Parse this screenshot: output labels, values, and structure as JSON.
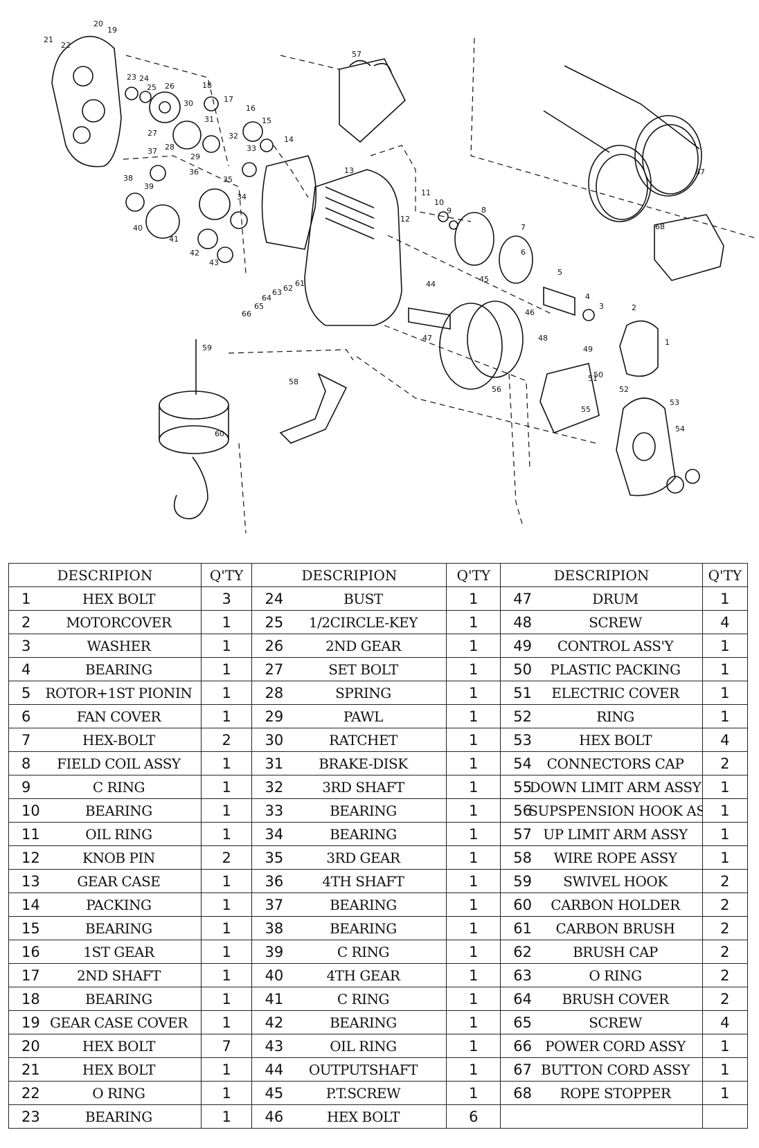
{
  "diagram": {
    "callouts": [
      "1",
      "2",
      "3",
      "4",
      "5",
      "6",
      "7",
      "8",
      "9",
      "10",
      "11",
      "12",
      "13",
      "14",
      "15",
      "16",
      "17",
      "18",
      "19",
      "20",
      "21",
      "22",
      "23",
      "24",
      "25",
      "26",
      "27",
      "28",
      "29",
      "30",
      "31",
      "32",
      "33",
      "34",
      "35",
      "36",
      "37",
      "38",
      "39",
      "40",
      "41",
      "42",
      "43",
      "44",
      "45",
      "46",
      "47",
      "48",
      "49",
      "50",
      "51",
      "52",
      "53",
      "54",
      "55",
      "56",
      "57",
      "58",
      "59",
      "60",
      "61",
      "62",
      "63",
      "64",
      "65",
      "66",
      "67",
      "68"
    ]
  },
  "table": {
    "headers": [
      "DESCRIPION",
      "Q'TY",
      "DESCRIPION",
      "Q'TY",
      "DESCRIPION",
      "Q'TY"
    ],
    "rows": [
      [
        {
          "no": "1",
          "desc": "HEX BOLT",
          "qty": "3"
        },
        {
          "no": "24",
          "desc": "BUST",
          "qty": "1"
        },
        {
          "no": "47",
          "desc": "DRUM",
          "qty": "1"
        }
      ],
      [
        {
          "no": "2",
          "desc": "MOTORCOVER",
          "qty": "1"
        },
        {
          "no": "25",
          "desc": "1/2CIRCLE-KEY",
          "qty": "1"
        },
        {
          "no": "48",
          "desc": "SCREW",
          "qty": "4"
        }
      ],
      [
        {
          "no": "3",
          "desc": "WASHER",
          "qty": "1"
        },
        {
          "no": "26",
          "desc": "2ND GEAR",
          "qty": "1"
        },
        {
          "no": "49",
          "desc": "CONTROL ASS'Y",
          "qty": "1"
        }
      ],
      [
        {
          "no": "4",
          "desc": "BEARING",
          "qty": "1"
        },
        {
          "no": "27",
          "desc": "SET BOLT",
          "qty": "1"
        },
        {
          "no": "50",
          "desc": "PLASTIC PACKING",
          "qty": "1"
        }
      ],
      [
        {
          "no": "5",
          "desc": "ROTOR+1ST PIONIN",
          "qty": "1"
        },
        {
          "no": "28",
          "desc": "SPRING",
          "qty": "1"
        },
        {
          "no": "51",
          "desc": "ELECTRIC COVER",
          "qty": "1"
        }
      ],
      [
        {
          "no": "6",
          "desc": "FAN COVER",
          "qty": "1"
        },
        {
          "no": "29",
          "desc": "PAWL",
          "qty": "1"
        },
        {
          "no": "52",
          "desc": "RING",
          "qty": "1"
        }
      ],
      [
        {
          "no": "7",
          "desc": "HEX-BOLT",
          "qty": "2"
        },
        {
          "no": "30",
          "desc": "RATCHET",
          "qty": "1"
        },
        {
          "no": "53",
          "desc": "HEX BOLT",
          "qty": "4"
        }
      ],
      [
        {
          "no": "8",
          "desc": "FIELD COIL ASSY",
          "qty": "1"
        },
        {
          "no": "31",
          "desc": "BRAKE-DISK",
          "qty": "1"
        },
        {
          "no": "54",
          "desc": "CONNECTORS CAP",
          "qty": "2"
        }
      ],
      [
        {
          "no": "9",
          "desc": "C RING",
          "qty": "1"
        },
        {
          "no": "32",
          "desc": "3RD SHAFT",
          "qty": "1"
        },
        {
          "no": "55",
          "desc": "DOWN LIMIT ARM ASSY",
          "qty": "1"
        }
      ],
      [
        {
          "no": "10",
          "desc": "BEARING",
          "qty": "1"
        },
        {
          "no": "33",
          "desc": "BEARING",
          "qty": "1"
        },
        {
          "no": "56",
          "desc": "SUPSPENSION HOOK ASSY",
          "qty": "1"
        }
      ],
      [
        {
          "no": "11",
          "desc": "OIL RING",
          "qty": "1"
        },
        {
          "no": "34",
          "desc": "BEARING",
          "qty": "1"
        },
        {
          "no": "57",
          "desc": "UP LIMIT ARM ASSY",
          "qty": "1"
        }
      ],
      [
        {
          "no": "12",
          "desc": "KNOB PIN",
          "qty": "2"
        },
        {
          "no": "35",
          "desc": "3RD GEAR",
          "qty": "1"
        },
        {
          "no": "58",
          "desc": "WIRE ROPE ASSY",
          "qty": "1"
        }
      ],
      [
        {
          "no": "13",
          "desc": "GEAR CASE",
          "qty": "1"
        },
        {
          "no": "36",
          "desc": "4TH SHAFT",
          "qty": "1"
        },
        {
          "no": "59",
          "desc": "SWIVEL HOOK",
          "qty": "2"
        }
      ],
      [
        {
          "no": "14",
          "desc": "PACKING",
          "qty": "1"
        },
        {
          "no": "37",
          "desc": "BEARING",
          "qty": "1"
        },
        {
          "no": "60",
          "desc": "CARBON HOLDER",
          "qty": "2"
        }
      ],
      [
        {
          "no": "15",
          "desc": "BEARING",
          "qty": "1"
        },
        {
          "no": "38",
          "desc": "BEARING",
          "qty": "1"
        },
        {
          "no": "61",
          "desc": "CARBON BRUSH",
          "qty": "2"
        }
      ],
      [
        {
          "no": "16",
          "desc": "1ST GEAR",
          "qty": "1"
        },
        {
          "no": "39",
          "desc": "C RING",
          "qty": "1"
        },
        {
          "no": "62",
          "desc": "BRUSH CAP",
          "qty": "2"
        }
      ],
      [
        {
          "no": "17",
          "desc": "2ND SHAFT",
          "qty": "1"
        },
        {
          "no": "40",
          "desc": "4TH GEAR",
          "qty": "1"
        },
        {
          "no": "63",
          "desc": "O RING",
          "qty": "2"
        }
      ],
      [
        {
          "no": "18",
          "desc": "BEARING",
          "qty": "1"
        },
        {
          "no": "41",
          "desc": "C RING",
          "qty": "1"
        },
        {
          "no": "64",
          "desc": "BRUSH COVER",
          "qty": "2"
        }
      ],
      [
        {
          "no": "19",
          "desc": "GEAR CASE COVER",
          "qty": "1"
        },
        {
          "no": "42",
          "desc": "BEARING",
          "qty": "1"
        },
        {
          "no": "65",
          "desc": "SCREW",
          "qty": "4"
        }
      ],
      [
        {
          "no": "20",
          "desc": "HEX BOLT",
          "qty": "7"
        },
        {
          "no": "43",
          "desc": "OIL RING",
          "qty": "1"
        },
        {
          "no": "66",
          "desc": "POWER CORD ASSY",
          "qty": "1"
        }
      ],
      [
        {
          "no": "21",
          "desc": "HEX BOLT",
          "qty": "1"
        },
        {
          "no": "44",
          "desc": "OUTPUTSHAFT",
          "qty": "1"
        },
        {
          "no": "67",
          "desc": "BUTTON CORD ASSY",
          "qty": "1"
        }
      ],
      [
        {
          "no": "22",
          "desc": "O RING",
          "qty": "1"
        },
        {
          "no": "45",
          "desc": "P.T.SCREW",
          "qty": "1"
        },
        {
          "no": "68",
          "desc": "ROPE STOPPER",
          "qty": "1"
        }
      ],
      [
        {
          "no": "23",
          "desc": "BEARING",
          "qty": "1"
        },
        {
          "no": "46",
          "desc": "HEX BOLT",
          "qty": "6"
        },
        {
          "no": "",
          "desc": "",
          "qty": ""
        }
      ]
    ]
  }
}
